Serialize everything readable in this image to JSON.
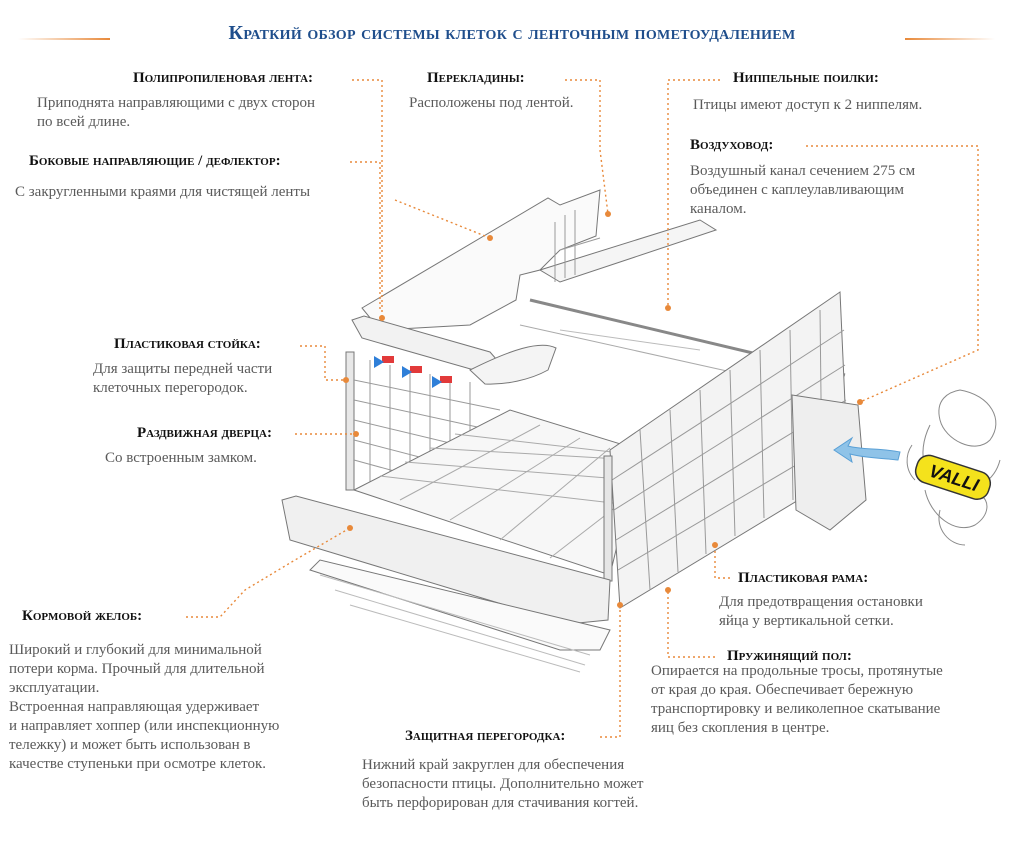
{
  "title": "Краткий обзор системы клеток с ленточным пометоудалением",
  "labels": {
    "belt": {
      "heading": "Полипропиленовая лента:",
      "text": "Приподнята направляющими с двух сторон\nпо всей длине."
    },
    "crossbars": {
      "heading": "Перекладины:",
      "text": "Расположены под лентой."
    },
    "nipples": {
      "heading": "Ниппельные поилки:",
      "text": "Птицы имеют доступ к 2 ниппелям."
    },
    "side_guides": {
      "heading": "Боковые направляющие / дефлектор:",
      "text": "С закругленными краями для чистящей ленты"
    },
    "air_duct": {
      "heading": "Воздуховод:",
      "text": "Воздушный канал сечением 275 см\nобъединен с каплеулавливающим\nканалом."
    },
    "plastic_post": {
      "heading": "Пластиковая стойка:",
      "text": "Для защиты передней части\nклеточных перегородок."
    },
    "sliding_door": {
      "heading": "Раздвижная дверца:",
      "text": "Со встроенным замком."
    },
    "plastic_frame": {
      "heading": "Пластиковая рама:",
      "text": "Для предотвращения остановки\nяйца у вертикальной сетки."
    },
    "feed_trough": {
      "heading": "Кормовой желоб:",
      "text": "Широкий и глубокий для минимальной\nпотери корма. Прочный для длительной\nэксплуатации.\n Встроенная направляющая удерживает\nи направляет хоппер (или инспекционную\nтележку) и может быть использован в\nкачестве ступеньки при осмотре клеток."
    },
    "spring_floor": {
      "heading": "Пружинящий пол:",
      "text": "Опирается на продольные тросы, протянутые\nот края до края. Обеспечивает бережную\nтранспортировку и великолепное скатывание\nяиц без  скопления в центре."
    },
    "partition": {
      "heading": "Защитная перегородка:",
      "text": "Нижний край закруглен для обеспечения\nбезопасности птицы. Дополнительно может\nбыть перфорирован для стачивания когтей."
    }
  },
  "logo_text": "VALLI",
  "colors": {
    "title": "#1f4e8c",
    "leader": "#e8893a",
    "logo_yellow": "#f4e21c",
    "arrow": "#8fc3e8"
  }
}
